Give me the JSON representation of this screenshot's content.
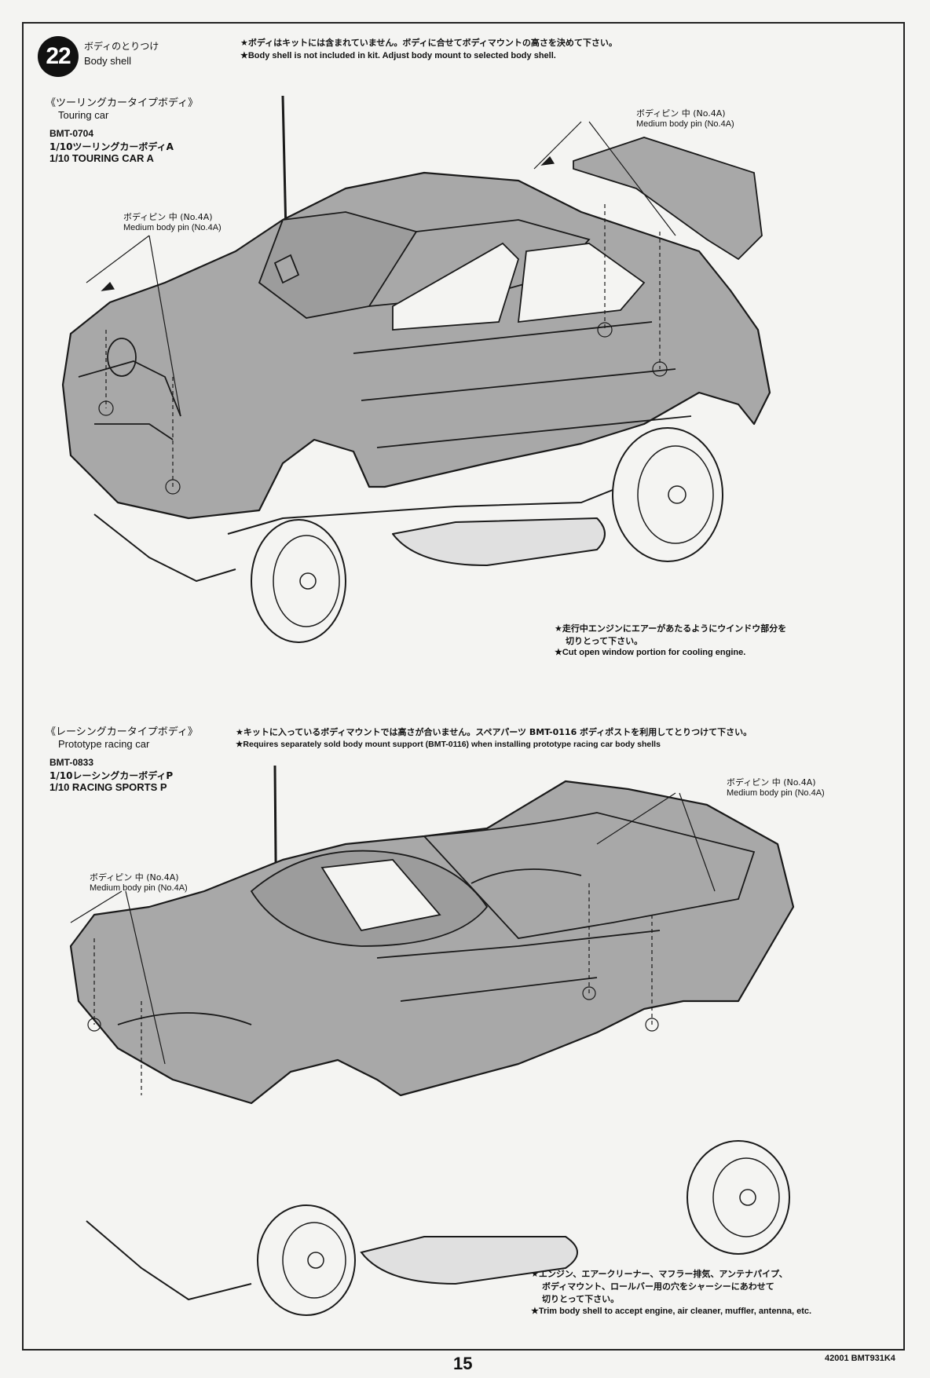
{
  "step": {
    "number": "22",
    "title_jp": "ボディのとりつけ",
    "title_en": "Body shell"
  },
  "top_note": {
    "jp": "★ボディはキットには含まれていません。ボディに合せてボディマウントの高さを決めて下さい。",
    "en": "★Body shell is not included in kit. Adjust body mount to selected body shell."
  },
  "touring": {
    "heading_jp": "《ツーリングカータイプボディ》",
    "heading_en": "Touring car",
    "code": "BMT-0704",
    "name_jp": "1/10ツーリングカーボディA",
    "name_en": "1/10 TOURING CAR A",
    "pin_left_jp": "ボディピン 中 (No.4A)",
    "pin_left_en": "Medium body pin (No.4A)",
    "pin_right_jp": "ボディピン 中 (No.4A)",
    "pin_right_en": "Medium body pin (No.4A)",
    "note_jp_1": "★走行中エンジンにエアーがあたるようにウインドウ部分を",
    "note_jp_2": "切りとって下さい。",
    "note_en": "★Cut open window portion for cooling engine."
  },
  "racing": {
    "heading_jp": "《レーシングカータイプボディ》",
    "heading_en": "Prototype racing car",
    "code": "BMT-0833",
    "name_jp": "1/10レーシングカーボディP",
    "name_en": "1/10 RACING SPORTS P",
    "req_jp": "★キットに入っているボディマウントでは高さが合いません。スペアパーツ BMT-0116 ボディポストを利用してとりつけて下さい。",
    "req_en": "★Requires separately sold body mount support (BMT-0116) when installing prototype racing car body shells",
    "pin_left_jp": "ボディピン 中 (No.4A)",
    "pin_left_en": "Medium body pin (No.4A)",
    "pin_right_jp": "ボディピン 中 (No.4A)",
    "pin_right_en": "Medium body pin (No.4A)",
    "note_jp_1": "★エンジン、エアークリーナー、マフラー排気、アンテナパイプ、",
    "note_jp_2": "ボディマウント、ロールバー用の穴をシャーシーにあわせて",
    "note_jp_3": "切りとって下さい。",
    "note_en": "★Trim body shell to accept engine, air cleaner, muffler, antenna, etc."
  },
  "footer": {
    "page_number": "15",
    "code": "42001 BMT931K4"
  },
  "colors": {
    "body_fill": "#a8a8a8",
    "line": "#1a1a1a",
    "paper": "#f4f4f2"
  }
}
